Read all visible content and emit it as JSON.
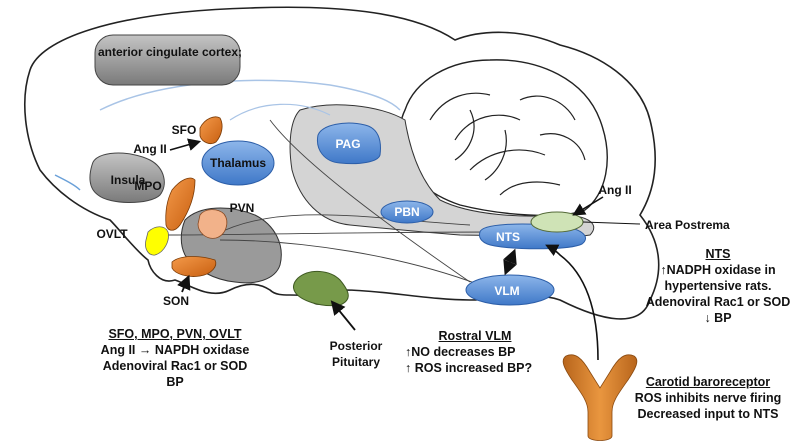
{
  "regions": {
    "anterior_cingulate": "anterior cingulate cortex;",
    "insula": "Insula",
    "thalamus": "Thalamus",
    "pag": "PAG",
    "pbn": "PBN",
    "nts": "NTS",
    "vlm": "VLM",
    "sfo": "SFO",
    "mpo": "MPO",
    "pvn": "PVN",
    "ovlt": "OVLT",
    "son": "SON",
    "ang_ii_left": "Ang II",
    "ang_ii_right": "Ang II",
    "area_postrema": "Area Postrema",
    "posterior_pituitary": [
      "Posterior",
      "Pituitary"
    ]
  },
  "notes": {
    "forebrain": {
      "title": "SFO, MPO, PVN, OVLT",
      "lines": [
        "Ang II → NAPDH oxidase",
        "Adenoviral Rac1 or SOD",
        "BP"
      ]
    },
    "rvlm": {
      "title": "Rostral VLM",
      "lines": [
        "↑NO decreases BP",
        "↑ ROS increased BP?"
      ]
    },
    "nts": {
      "title": "NTS",
      "lines": [
        "↑NADPH oxidase in",
        "hypertensive rats.",
        "Adenoviral Rac1 or SOD",
        "↓ BP"
      ]
    },
    "carotid": {
      "title": "Carotid baroreceptor",
      "lines": [
        "ROS inhibits nerve firing",
        "Decreased input to NTS"
      ]
    }
  },
  "colors": {
    "blue_nucleus": "#5b8fd6",
    "gray_region": "#9a9a9a",
    "light_gray": "#d4d4d4",
    "orange": "#e8731a",
    "peach": "#f2b28a",
    "yellow": "#ffff00",
    "olive": "#779a4a",
    "area_postrema": "#cfe3b6",
    "baroreceptor": "#d9812a"
  }
}
